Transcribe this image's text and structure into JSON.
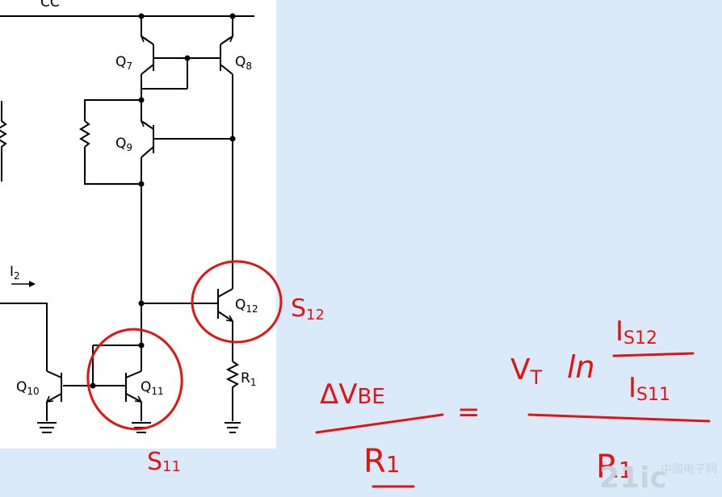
{
  "schematic": {
    "supply_label": "CC",
    "current_label": "I",
    "current_sub": "2",
    "transistors": [
      {
        "name": "Q",
        "sub": "7"
      },
      {
        "name": "Q",
        "sub": "8"
      },
      {
        "name": "Q",
        "sub": "9"
      },
      {
        "name": "Q",
        "sub": "10"
      },
      {
        "name": "Q",
        "sub": "11"
      },
      {
        "name": "Q",
        "sub": "12"
      }
    ],
    "resistor_label": "R",
    "resistor_sub": "1"
  },
  "annotations": {
    "s12_label": "S",
    "s12_sub": "12",
    "s11_label": "S",
    "s11_sub": "11",
    "equation": {
      "lhs_num": "ΔV",
      "lhs_num_sub": "BE",
      "lhs_den": "R",
      "lhs_den_sub": "1",
      "equals": "=",
      "vt": "V",
      "vt_sub": "T",
      "ln": "ln",
      "is_num": "I",
      "is_num_sub": "S12",
      "is_den": "I",
      "is_den_sub": "S11",
      "rhs_den": "R",
      "rhs_den_sub": "1"
    }
  },
  "watermark": {
    "text": "21ic",
    "sub": "中国电子网"
  }
}
